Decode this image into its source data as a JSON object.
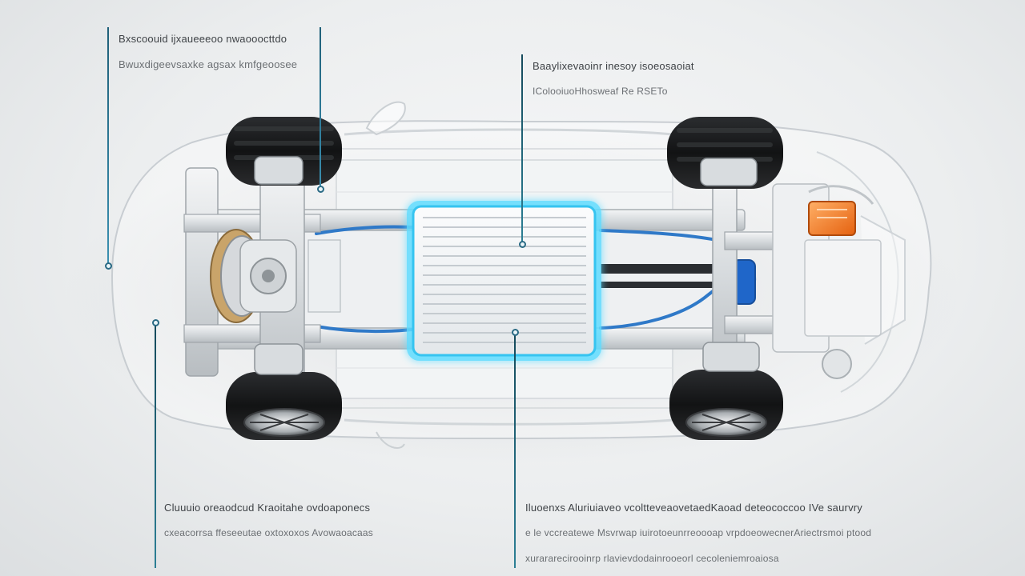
{
  "callouts": {
    "top_left": {
      "line1": "Bxscoouid ijxaueeeoo nwaooocttdo",
      "line2": "Bwuxdigeevsaxke agsax kmfgeoosee"
    },
    "top_right": {
      "line1": "Baaylixevaoinr inesoy isoeosaoiat",
      "line2": "IColooiuoHhosweaf Re RSETo"
    },
    "bottom_left": {
      "line1": "Cluuuio oreaodcud Kraoitahe ovdoaponecs",
      "line2": "cxeacorrsa ffeseeutae oxtoxoxos Avowaoacaas"
    },
    "bottom_right": {
      "line1": "Iluoenxs Aluriuiaveo vcoltteveaovetaedKaoad deteococcoo IVe saurvry",
      "line2": "e le vccreatewe Msvrwap iuirotoeunrreoooap vrpdoeowecnerAriectrsmoi ptood",
      "line3": "xurararecirooinrp rlavievdodainrooeorl cecoleniemroaiosa"
    }
  },
  "colors": {
    "accent": "#2a6a84",
    "battery_glow": "#4fd4ff",
    "coolant_lines": "#2f79c8",
    "frame": "#c9ced3",
    "tires": "#1b1c1e",
    "component_orange": "#f07a20"
  },
  "icons": {
    "callout_marker": "node-dot-icon"
  }
}
